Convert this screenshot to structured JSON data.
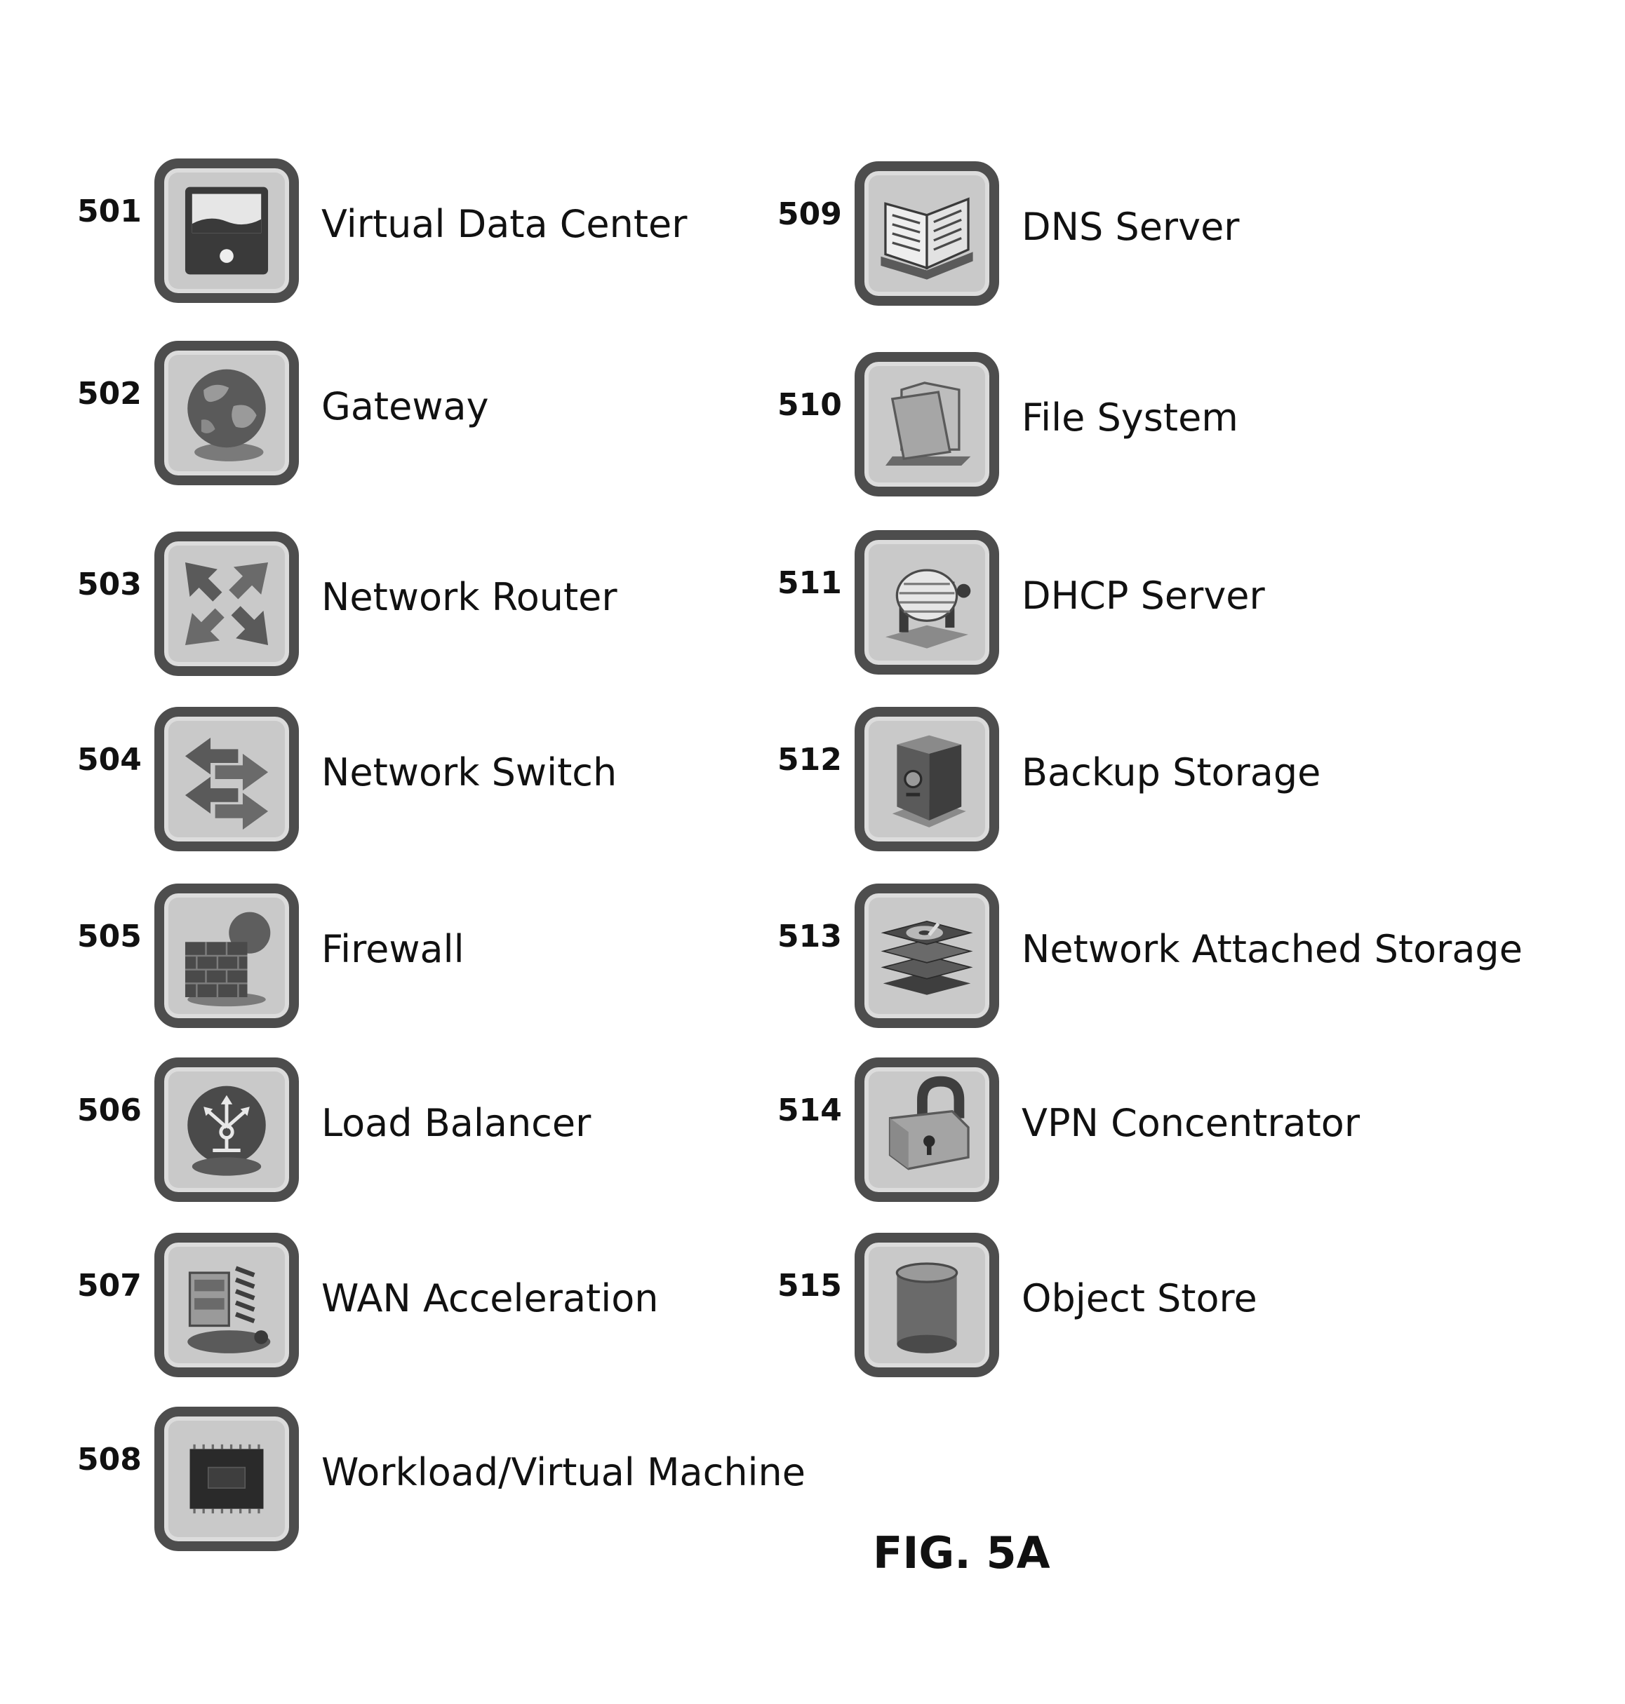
{
  "figure_label": "FIG. 5A",
  "items": [
    {
      "ref": "501",
      "label": "Virtual Data Center",
      "icon": "virtual-data-center-icon"
    },
    {
      "ref": "502",
      "label": "Gateway",
      "icon": "globe-icon"
    },
    {
      "ref": "503",
      "label": "Network Router",
      "icon": "router-arrows-icon"
    },
    {
      "ref": "504",
      "label": "Network Switch",
      "icon": "switch-arrows-icon"
    },
    {
      "ref": "505",
      "label": "Firewall",
      "icon": "firewall-icon"
    },
    {
      "ref": "506",
      "label": "Load Balancer",
      "icon": "load-balancer-icon"
    },
    {
      "ref": "507",
      "label": "WAN Acceleration",
      "icon": "wan-acceleration-icon"
    },
    {
      "ref": "508",
      "label": "Workload/Virtual Machine",
      "icon": "cpu-chip-icon"
    },
    {
      "ref": "509",
      "label": "DNS Server",
      "icon": "book-icon"
    },
    {
      "ref": "510",
      "label": "File System",
      "icon": "folder-icon"
    },
    {
      "ref": "511",
      "label": "DHCP Server",
      "icon": "rolodex-icon"
    },
    {
      "ref": "512",
      "label": "Backup Storage",
      "icon": "safe-icon"
    },
    {
      "ref": "513",
      "label": "Network Attached Storage",
      "icon": "hard-drive-stack-icon"
    },
    {
      "ref": "514",
      "label": "VPN Concentrator",
      "icon": "padlock-icon"
    },
    {
      "ref": "515",
      "label": "Object Store",
      "icon": "cylinder-icon"
    }
  ]
}
